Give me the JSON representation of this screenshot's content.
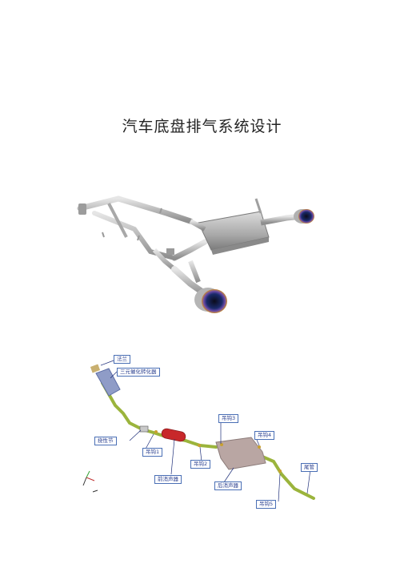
{
  "document": {
    "title": "汽车底盘排气系统设计"
  },
  "diagram": {
    "labels": {
      "flange": "法兰",
      "catalytic_converter": "三元催化转化器",
      "flex_joint": "挠性节",
      "hanger1": "吊钩1",
      "front_muffler": "前消声器",
      "hanger2": "吊钩2",
      "hanger3": "吊钩3",
      "hanger4": "吊钩4",
      "rear_muffler": "后消声器",
      "hanger5": "吊钩5",
      "tailpipe": "尾管"
    },
    "colors": {
      "pipe": "#9bb43c",
      "front_muffler": "#c8282a",
      "rear_muffler": "#b9a6a3",
      "callout_border": "#4a6fb5",
      "leader_line": "#1f2f7a"
    }
  }
}
